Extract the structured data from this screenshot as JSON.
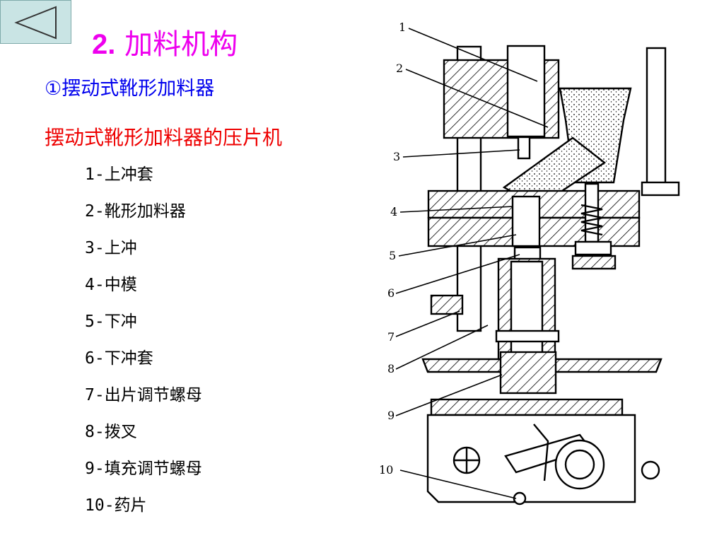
{
  "nav": {
    "back_icon": "triangle-left-icon",
    "bg_color": "#c9e4e4"
  },
  "title": {
    "number": "2.",
    "text": "加料机构",
    "color": "#ee00ee"
  },
  "subtitle": {
    "text": "①摆动式靴形加料器",
    "color": "#0000ee"
  },
  "heading": {
    "text": "摆动式靴形加料器的压片机",
    "color": "#ee0000"
  },
  "parts": [
    "1-上冲套",
    "2-靴形加料器",
    "3-上冲",
    "4-中模",
    "5-下冲",
    "6-下冲套",
    "7-出片调节螺母",
    "8-拨叉",
    "9-填充调节螺母",
    "10-药片"
  ],
  "diagram": {
    "labels": [
      "1",
      "2",
      "3",
      "4",
      "5",
      "6",
      "7",
      "8",
      "9",
      "10"
    ]
  }
}
